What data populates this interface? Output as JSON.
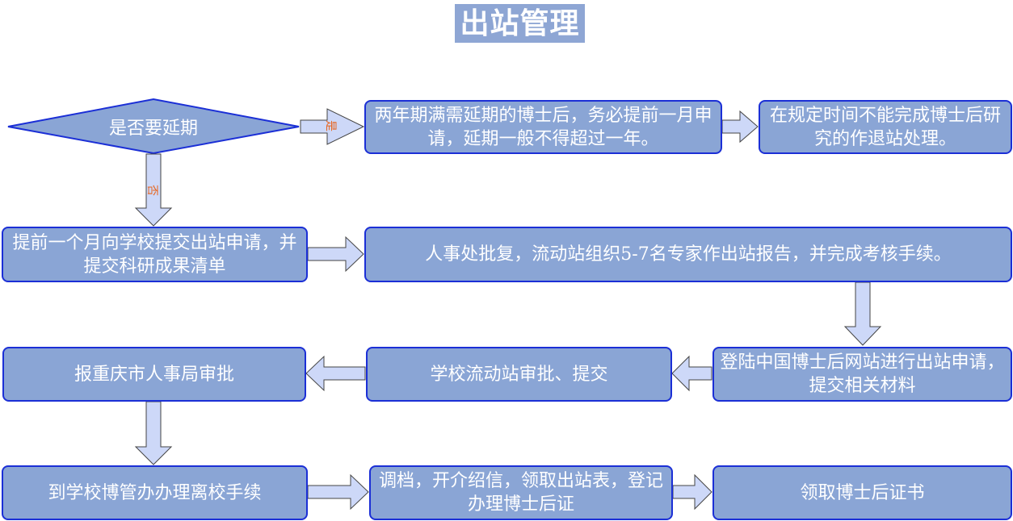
{
  "title": "出站管理",
  "decision": {
    "text": "是否要延期",
    "yes_label": "是",
    "no_label": "否"
  },
  "boxes": [
    "两年期满需延期的博士后，务必提前一月申请，延期一般不得超过一年。",
    "在规定时间不能完成博士后研究的作退站处理。",
    "提前一个月向学校提交出站申请，并提交科研成果清单",
    "人事处批复，流动站组织5-7名专家作出站报告，并完成考核手续。",
    "报重庆市人事局审批",
    "学校流动站审批、提交",
    "登陆中国博士后网站进行出站申请，提交相关材料",
    "到学校博管办办理离校手续",
    "调档，开介绍信，领取出站表，登记办理博士后证",
    "领取博士后证书"
  ],
  "colors": {
    "box_fill": "#8aa5d5",
    "box_border": "#1b2fd6",
    "arrow_fill": "#cdd8f8",
    "label": "#e8621a"
  }
}
